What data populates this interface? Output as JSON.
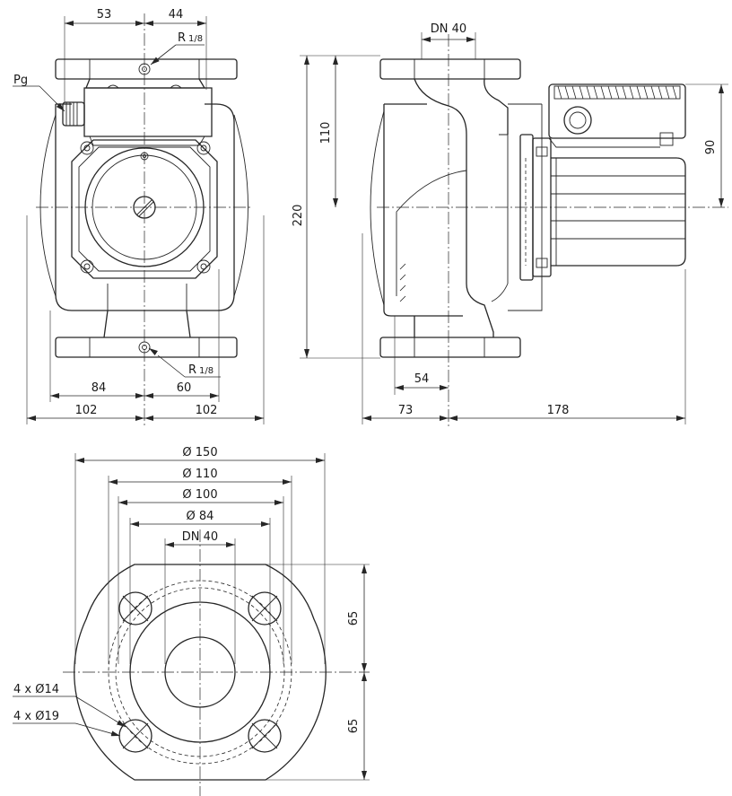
{
  "front_view": {
    "top_width_left": "53",
    "top_width_right": "44",
    "port_top": "R",
    "port_top_fraction": "1/8",
    "gauge_label": "Pg",
    "port_bottom": "R",
    "port_bottom_fraction": "1/8",
    "inner_width_left": "84",
    "inner_width_right": "60",
    "outer_width_left": "102",
    "outer_width_right": "102"
  },
  "side_view": {
    "nominal_size": "DN 40",
    "upper_height": "110",
    "overall_height": "220",
    "motor_height": "90",
    "flange_offset": "54",
    "rear_depth": "73",
    "motor_depth": "178"
  },
  "flange_view": {
    "flange_outer_diameter": "Ø 150",
    "bolt_circle_large": "Ø 110",
    "bolt_circle_small": "Ø 100",
    "seal_diameter": "Ø 84",
    "nominal_size": "DN 40",
    "hole_small": "4 x Ø14",
    "hole_large": "4 x Ø19",
    "upper_offset": "65",
    "lower_offset": "65"
  }
}
